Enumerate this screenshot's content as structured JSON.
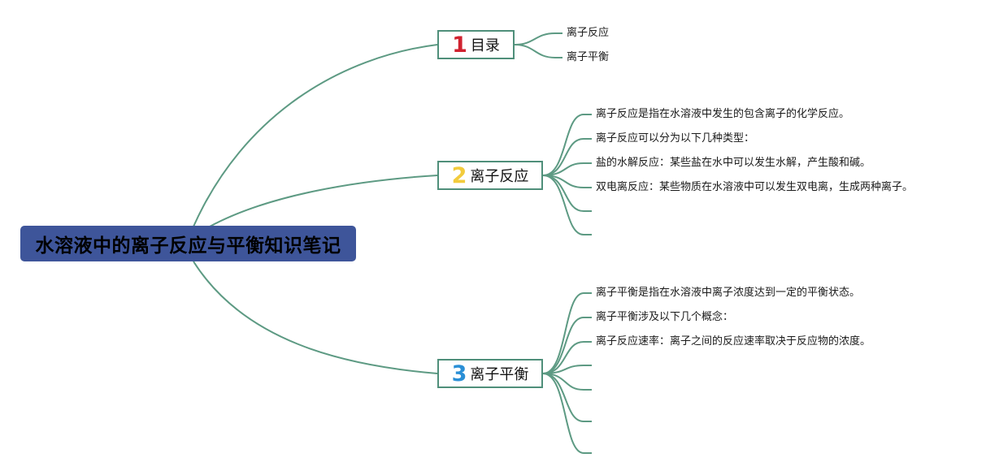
{
  "root": {
    "title": "水溶液中的离子反应与平衡知识笔记"
  },
  "colors": {
    "root_bg": "#3e559a",
    "line": "#5d9a83",
    "num1": "#d0222f",
    "num2": "#f2cb3c",
    "num3": "#2a8fd6"
  },
  "branches": [
    {
      "number": "1",
      "label": "目录",
      "leaves": [
        "离子反应",
        "离子平衡"
      ]
    },
    {
      "number": "2",
      "label": "离子反应",
      "leaves": [
        "离子反应是指在水溶液中发生的包含离子的化学反应。",
        "离子反应可以分为以下几种类型：",
        "盐的水解反应：某些盐在水中可以发生水解，产生酸和碱。",
        "双电离反应：某些物质在水溶液中可以发生双电离，生成两种离子。",
        "",
        ""
      ]
    },
    {
      "number": "3",
      "label": "离子平衡",
      "leaves": [
        "离子平衡是指在水溶液中离子浓度达到一定的平衡状态。",
        "离子平衡涉及以下几个概念：",
        "离子反应速率：离子之间的反应速率取决于反应物的浓度。",
        "",
        "",
        "",
        ""
      ]
    }
  ]
}
